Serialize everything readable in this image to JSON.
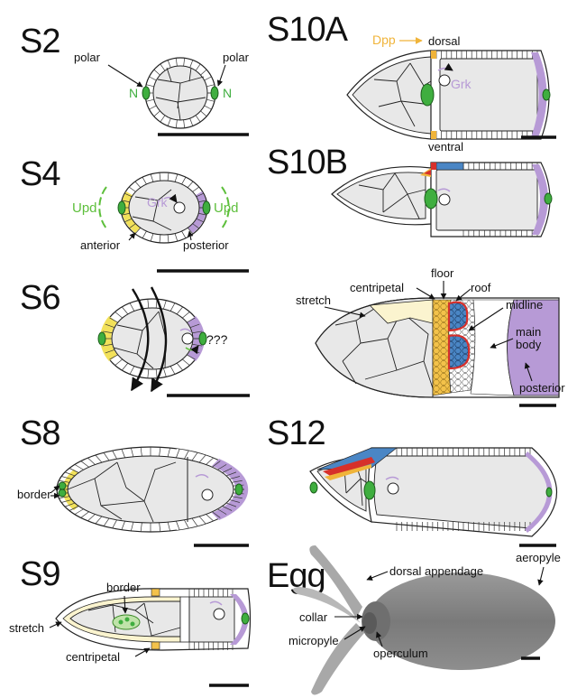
{
  "colors": {
    "anterior": "#f2e15a",
    "posterior": "#b79ad6",
    "polar": "#3fae3f",
    "dpp": "#f0b43a",
    "grk": "#b79ad6",
    "upd": "#5dbf3b",
    "roof": "#4a86c5",
    "floor": "#d6302b",
    "stretch": "#fbf4cf",
    "centripetal": "#f3c24a",
    "egg": "#8a8a8a",
    "nurse": "#e8e8e8"
  },
  "panels": {
    "s2": {
      "title": "S2",
      "polar_left": "polar",
      "polar_right": "polar",
      "n_left": "N",
      "n_right": "N"
    },
    "s4": {
      "title": "S4",
      "upd_left": "Upd",
      "upd_right": "Upd",
      "grk": "Grk",
      "anterior": "anterior",
      "posterior": "posterior"
    },
    "s6": {
      "title": "S6",
      "unknown": "???"
    },
    "s8": {
      "title": "S8",
      "border": "border"
    },
    "s9": {
      "title": "S9",
      "border": "border",
      "stretch": "stretch",
      "centripetal": "centripetal"
    },
    "s10a": {
      "title": "S10A",
      "dpp": "Dpp",
      "dorsal": "dorsal",
      "ventral": "ventral",
      "grk": "Grk"
    },
    "s10b": {
      "title": "S10B"
    },
    "s10b_3d": {
      "stretch": "stretch",
      "centripetal": "centripetal",
      "floor": "floor",
      "roof": "roof",
      "midline": "midline",
      "main": "main",
      "body": "body",
      "posterior": "posterior"
    },
    "s12": {
      "title": "S12"
    },
    "egg": {
      "title": "Egg",
      "dorsal_appendage": "dorsal appendage",
      "aeropyle": "aeropyle",
      "collar": "collar",
      "micropyle": "micropyle",
      "operculum": "operculum"
    }
  }
}
